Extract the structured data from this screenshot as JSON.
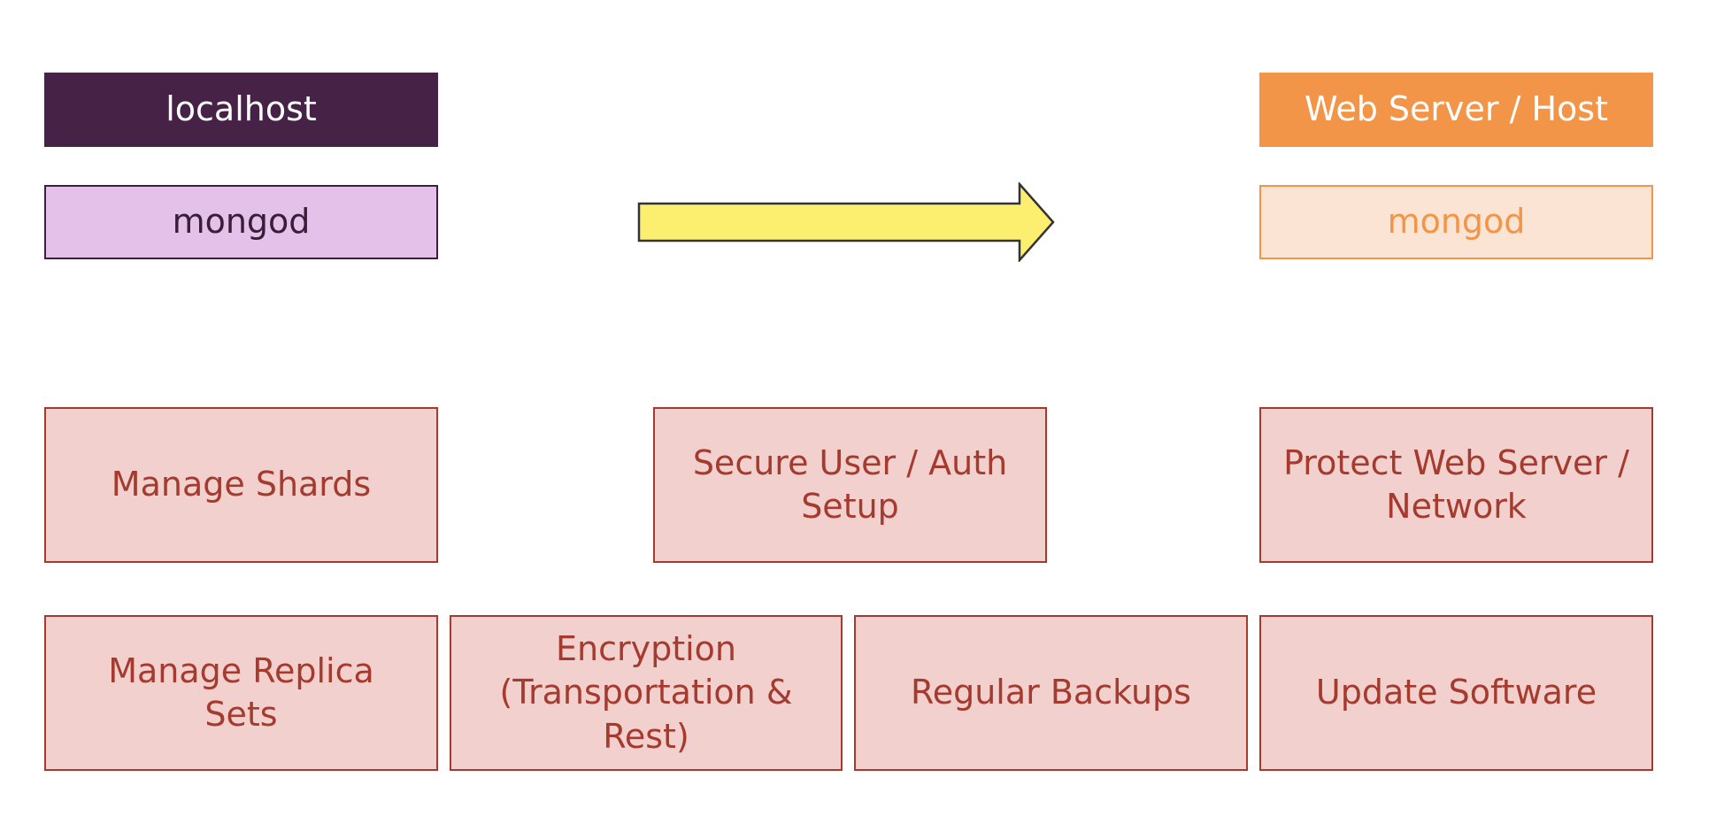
{
  "left_column": {
    "host_label": "localhost",
    "mongod_label": "mongod"
  },
  "right_column": {
    "host_label": "Web Server / Host",
    "mongod_label": "mongod"
  },
  "tasks_row1": [
    "Manage Shards",
    "Secure User / Auth Setup",
    "Protect Web Server / Network"
  ],
  "tasks_row2": [
    "Manage Replica Sets",
    "Encryption (Transportation & Rest)",
    "Regular Backups",
    "Update Software"
  ],
  "colors": {
    "localhost_fill": "#472247",
    "mongod_local_fill": "#e4c1e8",
    "webserver_fill": "#f29548",
    "mongod_remote_fill": "#fbe4d3",
    "arrow_fill": "#fcef6f",
    "task_fill": "#f2d0cd",
    "task_text": "#a53a2f"
  }
}
